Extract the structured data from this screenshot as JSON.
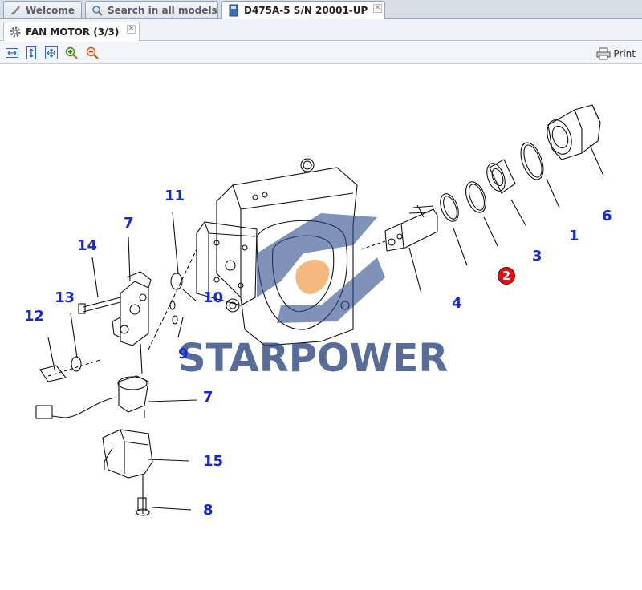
{
  "tabs": [
    {
      "label": "Welcome",
      "icon": "rocket-icon"
    },
    {
      "label": "Search in all models",
      "icon": "magnifier-icon"
    },
    {
      "label": "D475A-5 S/N 20001-UP",
      "icon": "book-icon"
    }
  ],
  "subtab": {
    "label": "FAN MOTOR (3/3)",
    "icon": "gear-icon"
  },
  "toolbar": {
    "print_label": "Print",
    "buttons": [
      "fit-width-icon",
      "fit-height-icon",
      "fit-page-icon",
      "zoom-in-icon",
      "zoom-out-icon"
    ]
  },
  "diagram": {
    "callouts": {
      "c1": "1",
      "c2": "2",
      "c3": "3",
      "c4": "4",
      "c6": "6",
      "c7a": "7",
      "c7b": "7",
      "c8": "8",
      "c9": "9",
      "c10": "10",
      "c11": "11",
      "c12": "12",
      "c13": "13",
      "c14": "14",
      "c15": "15"
    },
    "selected_callout": "2",
    "watermark": "STARPOWER",
    "callout_color": "#1428d8",
    "selected_color": "#dd1111"
  }
}
